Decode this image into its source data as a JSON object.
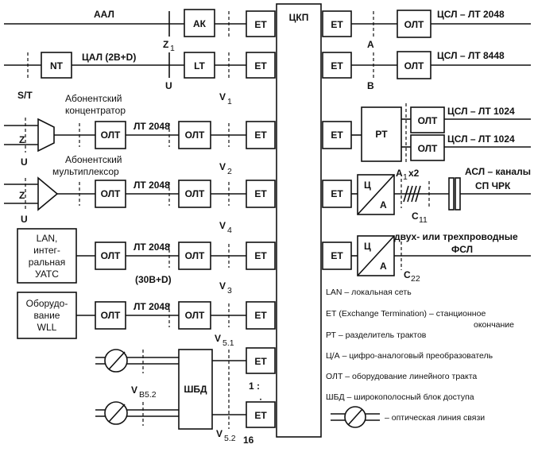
{
  "blocks": {
    "ckp": "ЦКП",
    "et": "ЕТ",
    "ak": "АК",
    "nt": "NT",
    "lt": "LT",
    "olt": "ОЛТ",
    "pt": "РТ",
    "c": "Ц",
    "a": "А",
    "shbd": "ШБД",
    "lan_line1": "LAN,",
    "lan_line2": "интег-",
    "lan_line3": "ральная",
    "lan_line4": "УАТС",
    "wll_line1": "Оборудо-",
    "wll_line2": "вание",
    "wll_line3": "WLL"
  },
  "lines": {
    "aal": "ААЛ",
    "tsal": "ЦАЛ (2B+D)",
    "lt2048": "ЛТ 2048",
    "b30d": "(30В+D)",
    "cl2048": "ЦСЛ – ЛТ 2048",
    "cl8448": "ЦСЛ – ЛТ 8448",
    "cl1024": "ЦСЛ – ЛТ 1024",
    "asl_1": "АСЛ – каналы",
    "asl_2": "СП ЧРК",
    "fsl_1": "двух- или трехпроводные",
    "fsl_2": "ФСЛ",
    "concentrator_1": "Абонентский",
    "concentrator_2": "концентратор",
    "multiplexer_1": "Абонентский",
    "multiplexer_2": "мультиплексор",
    "dots": "1 :",
    "sixteen": "16"
  },
  "refpoints": {
    "z1": "Z",
    "z1_sub": "1",
    "u": "U",
    "st": "S/T",
    "z": "Z",
    "v": "V",
    "v1_sub": "1",
    "v2_sub": "2",
    "v4_sub": "4",
    "v3_sub": "3",
    "v51_sub": "5.1",
    "v52_sub": "5.2",
    "vb52": "V",
    "vb52_sub": "B5.2",
    "a": "A",
    "b": "B",
    "a1x2": "A",
    "a1x2_sub": "1",
    "a1x2_tail": "x2",
    "c11": "C",
    "c11_sub": "11",
    "c22": "C",
    "c22_sub": "22"
  },
  "legend": [
    {
      "text": "LAN – локальная сеть"
    },
    {
      "text": "ЕТ (Exchange Termination) – станционное"
    },
    {
      "text": "окончание"
    },
    {
      "text": "РТ – разделитель трактов"
    },
    {
      "text": "Ц/А – цифро-аналоговый преобразователь"
    },
    {
      "text": "ОЛТ – оборудование линейного тракта"
    },
    {
      "text": "ШБД – широкополосный блок доступа"
    },
    {
      "text": "– оптическая линия связи"
    }
  ]
}
